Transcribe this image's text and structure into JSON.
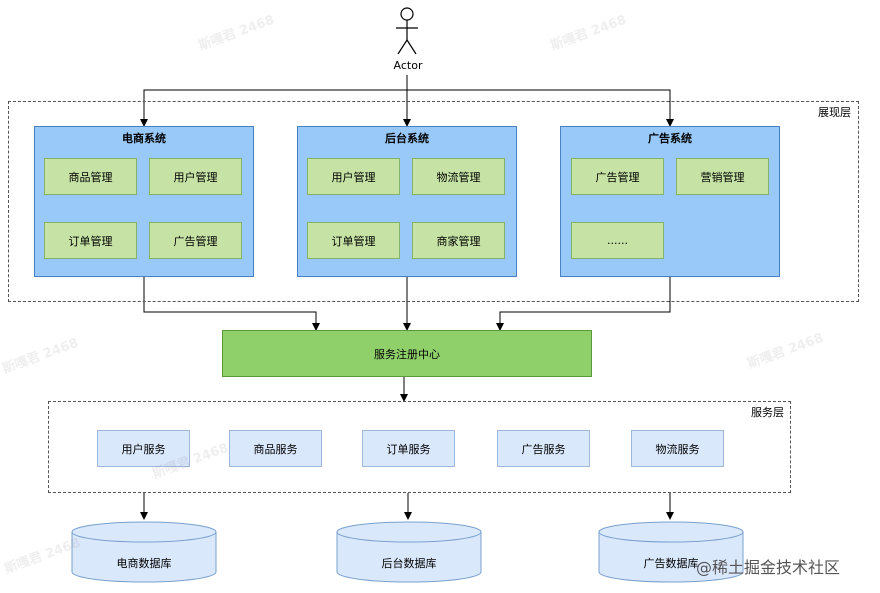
{
  "actor": {
    "label": "Actor"
  },
  "presentation_layer": {
    "label": "展现层",
    "systems": [
      {
        "title": "电商系统",
        "modules": [
          "商品管理",
          "用户管理",
          "订单管理",
          "广告管理"
        ]
      },
      {
        "title": "后台系统",
        "modules": [
          "用户管理",
          "物流管理",
          "订单管理",
          "商家管理"
        ]
      },
      {
        "title": "广告系统",
        "modules": [
          "广告管理",
          "营销管理",
          "......"
        ]
      }
    ]
  },
  "registry": {
    "label": "服务注册中心"
  },
  "service_layer": {
    "label": "服务层",
    "services": [
      "用户服务",
      "商品服务",
      "订单服务",
      "广告服务",
      "物流服务"
    ]
  },
  "databases": [
    "电商数据库",
    "后台数据库",
    "广告数据库"
  ],
  "watermark": {
    "text": "斯嘎君 2468"
  },
  "credit": {
    "text": "@稀土掘金技术社区"
  },
  "colors": {
    "system_fill": "#99c9f8",
    "module_fill": "#c6e3a5",
    "registry_fill": "#8fd06b",
    "service_fill": "#dae8fc",
    "db_fill": "#dae8fc"
  }
}
